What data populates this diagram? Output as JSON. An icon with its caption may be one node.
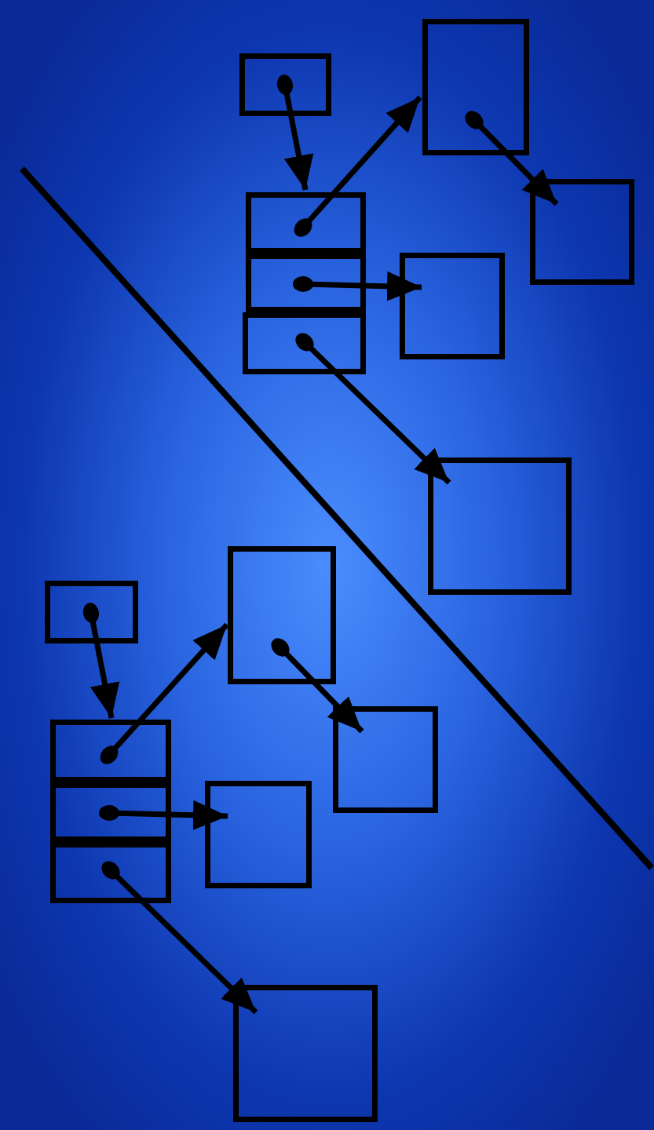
{
  "diagram": {
    "nodes": [
      {
        "text": [],
        "shape": "box"
      },
      {
        "text": [],
        "shape": "box"
      },
      {
        "text": [],
        "shape": "box"
      },
      {
        "text": [],
        "shape": "box"
      },
      {
        "text": [],
        "shape": "box"
      },
      {
        "text": [],
        "shape": "box"
      },
      {
        "text": [],
        "shape": "box"
      },
      {
        "text": [],
        "shape": "box"
      },
      {
        "text": [],
        "shape": "box"
      },
      {
        "text": [],
        "shape": "box"
      },
      {
        "text": [],
        "shape": "box"
      },
      {
        "text": [],
        "shape": "box"
      },
      {
        "text": [],
        "shape": "box"
      },
      {
        "text": [],
        "shape": "box"
      },
      {
        "text": [],
        "shape": "box"
      },
      {
        "text": [],
        "shape": "box"
      }
    ],
    "edges": [
      {
        "from": 0,
        "to": 1,
        "arrow": "to"
      },
      {
        "from": 1,
        "to": 4,
        "arrow": "to"
      },
      {
        "from": 2,
        "to": 6,
        "arrow": "to"
      },
      {
        "from": 3,
        "to": 7,
        "arrow": "to"
      },
      {
        "from": 4,
        "to": 5,
        "arrow": "to"
      },
      {
        "from": 8,
        "to": 9,
        "arrow": "to"
      },
      {
        "from": 9,
        "to": 12,
        "arrow": "to"
      },
      {
        "from": 10,
        "to": 13,
        "arrow": "to"
      },
      {
        "from": 11,
        "to": 15,
        "arrow": "to"
      },
      {
        "from": 12,
        "to": 14,
        "arrow": "to"
      }
    ]
  }
}
